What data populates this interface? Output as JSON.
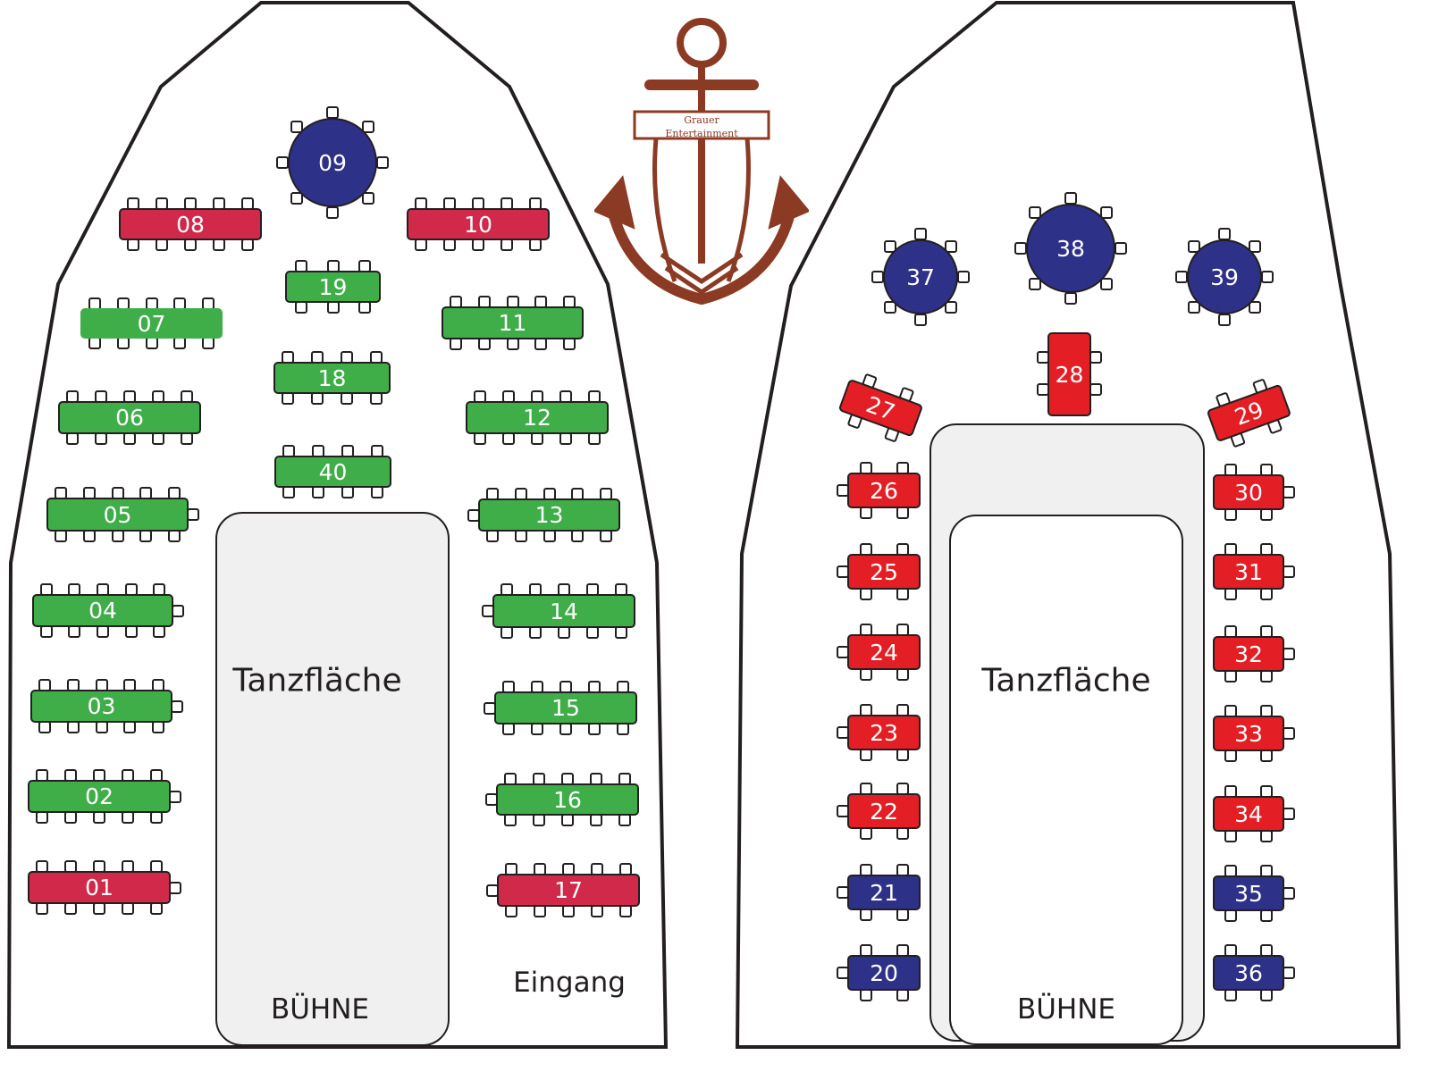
{
  "colors": {
    "crimson": "#d0294a",
    "red": "#e31e24",
    "green": "#3fae49",
    "navy": "#2e3188",
    "logo": "#8b3a24",
    "stage": "#f0f0f0"
  },
  "logo": {
    "line1": "Grauer",
    "line2": "Entertainment"
  },
  "left_hall": {
    "dance_floor": "Tanzfläche",
    "stage": "BÜHNE",
    "entrance": "Eingang",
    "tables": [
      {
        "id": "08",
        "color": "crimson"
      },
      {
        "id": "09",
        "color": "navy"
      },
      {
        "id": "10",
        "color": "crimson"
      },
      {
        "id": "19",
        "color": "green"
      },
      {
        "id": "07",
        "color": "green"
      },
      {
        "id": "11",
        "color": "green"
      },
      {
        "id": "18",
        "color": "green"
      },
      {
        "id": "06",
        "color": "green"
      },
      {
        "id": "12",
        "color": "green"
      },
      {
        "id": "40",
        "color": "green"
      },
      {
        "id": "05",
        "color": "green"
      },
      {
        "id": "13",
        "color": "green"
      },
      {
        "id": "04",
        "color": "green"
      },
      {
        "id": "14",
        "color": "green"
      },
      {
        "id": "03",
        "color": "green"
      },
      {
        "id": "15",
        "color": "green"
      },
      {
        "id": "02",
        "color": "green"
      },
      {
        "id": "16",
        "color": "green"
      },
      {
        "id": "01",
        "color": "crimson"
      },
      {
        "id": "17",
        "color": "crimson"
      }
    ]
  },
  "right_hall": {
    "dance_floor": "Tanzfläche",
    "stage": "BÜHNE",
    "tables": [
      {
        "id": "37",
        "color": "navy"
      },
      {
        "id": "38",
        "color": "navy"
      },
      {
        "id": "39",
        "color": "navy"
      },
      {
        "id": "28",
        "color": "red"
      },
      {
        "id": "27",
        "color": "red"
      },
      {
        "id": "29",
        "color": "red"
      },
      {
        "id": "26",
        "color": "red"
      },
      {
        "id": "25",
        "color": "red"
      },
      {
        "id": "24",
        "color": "red"
      },
      {
        "id": "23",
        "color": "red"
      },
      {
        "id": "22",
        "color": "red"
      },
      {
        "id": "21",
        "color": "navy"
      },
      {
        "id": "20",
        "color": "navy"
      },
      {
        "id": "30",
        "color": "red"
      },
      {
        "id": "31",
        "color": "red"
      },
      {
        "id": "32",
        "color": "red"
      },
      {
        "id": "33",
        "color": "red"
      },
      {
        "id": "34",
        "color": "red"
      },
      {
        "id": "35",
        "color": "navy"
      },
      {
        "id": "36",
        "color": "navy"
      }
    ]
  }
}
